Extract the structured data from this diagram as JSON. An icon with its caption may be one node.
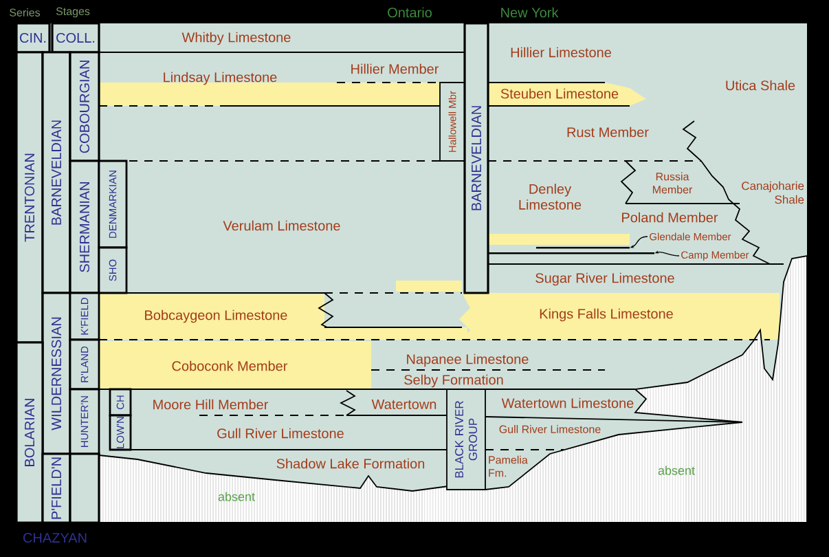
{
  "diagram": {
    "nodes": [
      {
        "text": [
          "CIN."
        ]
      },
      {
        "text": [
          "COLL."
        ]
      },
      {
        "text": [
          "TRENTONIAN"
        ]
      },
      {
        "text": [
          "BARNEVELDIAN"
        ]
      },
      {
        "text": [
          "COBOURGIAN"
        ]
      },
      {
        "text": [
          "SHERMANIAN"
        ]
      },
      {
        "text": [
          "DENMARKIAN"
        ]
      },
      {
        "text": [
          "SHO"
        ]
      },
      {
        "text": [
          "Hallowell Mbr"
        ]
      },
      {
        "text": [
          "BARNEVELDIAN"
        ]
      },
      {
        "text": [
          "WILDERNESSIAN"
        ]
      },
      {
        "text": [
          "K'FIELD"
        ]
      },
      {
        "text": [
          "R'LAND"
        ]
      },
      {
        "text": [
          "BOLARIAN"
        ]
      },
      {
        "text": [
          "HUNTER'N"
        ]
      },
      {
        "text": [
          "CH"
        ]
      },
      {
        "text": [
          "LOW'N"
        ]
      },
      {
        "text": [
          "BLACK RIVER GROUP"
        ]
      },
      {
        "text": [
          "P'FIELD'N"
        ]
      },
      {
        "text": [],
        "shape": "box"
      },
      {
        "text": [
          "Glendale Member"
        ]
      },
      {
        "text": [
          "Camp Member"
        ]
      },
      {
        "text": [],
        "shape": "bar"
      },
      {
        "text": [],
        "shape": "bar"
      }
    ],
    "edges": [
      {
        "from": 20,
        "to": 22,
        "arrow": "to"
      },
      {
        "from": 21,
        "to": 23,
        "arrow": "to"
      }
    ],
    "labels": [
      "Series",
      "Stages",
      "Ontario",
      "New York",
      "Whitby Limestone",
      "Lindsay Limestone",
      "Hillier Member",
      "Hillier Limestone",
      "Steuben Limestone",
      "Utica Shale",
      "Rust Member",
      "Verulam Limestone",
      "Denley Limestone",
      "Russia Member",
      "Canajoharie Shale",
      "Poland Member",
      "Sugar River Limestone",
      "Bobcaygeon Limestone",
      "Kings Falls Limestone",
      "Coboconk Member",
      "Napanee Limestone",
      "Selby Formation",
      "Moore Hill Member",
      "Watertown",
      "Watertown Limestone",
      "Gull River Limestone",
      "Gull River Limestone",
      "Shadow Lake Formation",
      "Pamelia Fm.",
      "absent",
      "absent",
      "CHAZYAN"
    ]
  }
}
